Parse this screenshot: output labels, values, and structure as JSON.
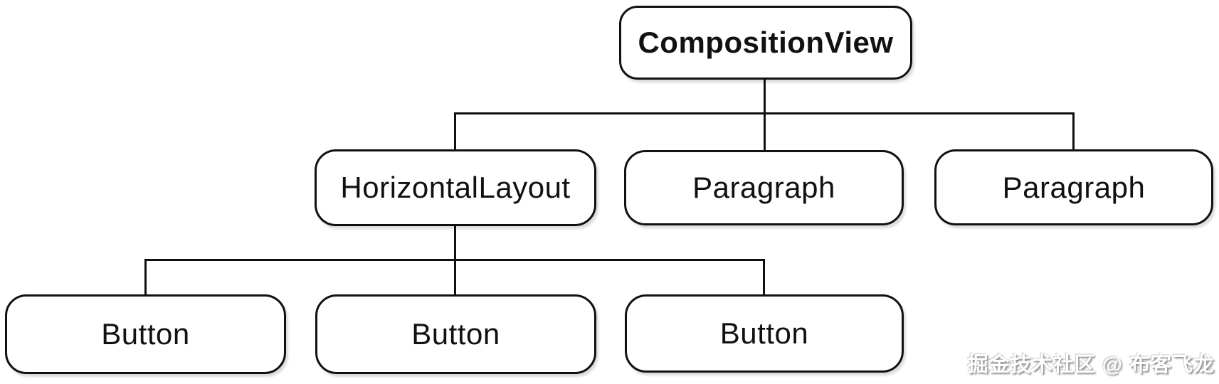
{
  "diagram": {
    "type": "tree",
    "nodes": [
      {
        "id": "compositionview",
        "label": "CompositionView",
        "level": 0,
        "emphasis": "bold",
        "parent": null
      },
      {
        "id": "horizontallayout",
        "label": "HorizontalLayout",
        "level": 1,
        "emphasis": "regular",
        "parent": "compositionview"
      },
      {
        "id": "paragraph-1",
        "label": "Paragraph",
        "level": 1,
        "emphasis": "regular",
        "parent": "compositionview"
      },
      {
        "id": "paragraph-2",
        "label": "Paragraph",
        "level": 1,
        "emphasis": "regular",
        "parent": "compositionview"
      },
      {
        "id": "button-1",
        "label": "Button",
        "level": 2,
        "emphasis": "regular",
        "parent": "horizontallayout"
      },
      {
        "id": "button-2",
        "label": "Button",
        "level": 2,
        "emphasis": "regular",
        "parent": "horizontallayout"
      },
      {
        "id": "button-3",
        "label": "Button",
        "level": 2,
        "emphasis": "regular",
        "parent": "horizontallayout"
      }
    ],
    "edges": [
      {
        "from": "compositionview",
        "to": "horizontallayout"
      },
      {
        "from": "compositionview",
        "to": "paragraph-1"
      },
      {
        "from": "compositionview",
        "to": "paragraph-2"
      },
      {
        "from": "horizontallayout",
        "to": "button-1"
      },
      {
        "from": "horizontallayout",
        "to": "button-2"
      },
      {
        "from": "horizontallayout",
        "to": "button-3"
      }
    ]
  },
  "watermark": {
    "text": "掘金技术社区 @ 布客飞龙"
  },
  "colors": {
    "background": "#ffffff",
    "node_fill": "#ffffff",
    "node_border": "#111111",
    "node_text": "#111111",
    "connector": "#111111",
    "watermark_text": "#ffffff",
    "watermark_shadow": "#8f8f8f"
  }
}
